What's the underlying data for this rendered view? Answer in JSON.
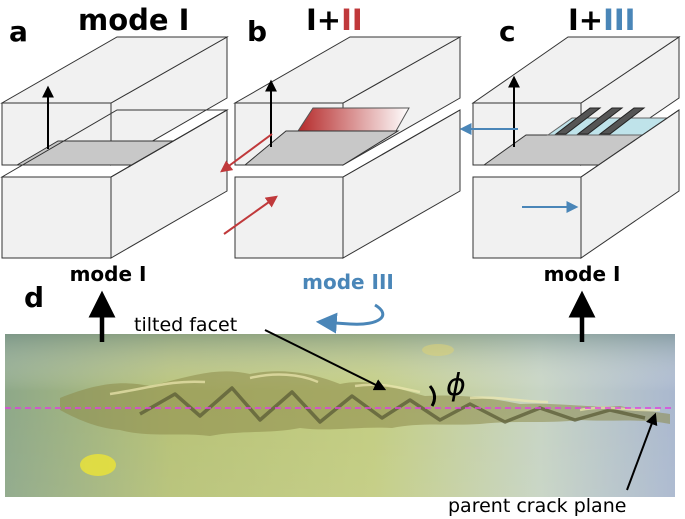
{
  "panels": {
    "a": {
      "letter": "a",
      "title": "mode I"
    },
    "b": {
      "letter": "b",
      "title_prefix": "I+",
      "title_suffix": "II"
    },
    "c": {
      "letter": "c",
      "title_prefix": "I+",
      "title_suffix": "III"
    },
    "d": {
      "letter": "d",
      "label_left": "mode I",
      "label_middle": "mode III",
      "label_right": "mode I",
      "facet_label": "tilted facet",
      "angle_symbol": "ϕ",
      "plane_label": "parent crack plane"
    }
  },
  "colors": {
    "mode_II": "#c0393b",
    "mode_III": "#4a86b8",
    "reference_line": "#e040e0",
    "arrow": "#000000"
  }
}
